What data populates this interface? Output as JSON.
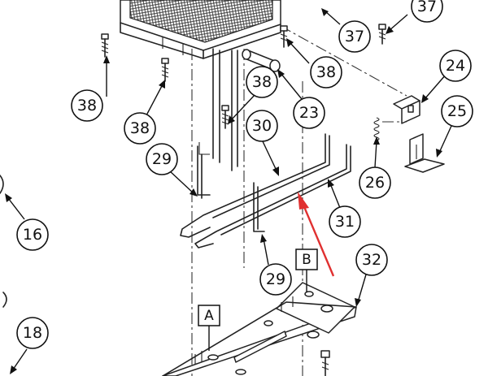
{
  "diagram": {
    "callouts": [
      {
        "id": "c-37a",
        "text": "37"
      },
      {
        "id": "c-37b",
        "text": "37"
      },
      {
        "id": "c-38a",
        "text": "38"
      },
      {
        "id": "c-38b",
        "text": "38"
      },
      {
        "id": "c-38c",
        "text": "38"
      },
      {
        "id": "c-38d",
        "text": "38"
      },
      {
        "id": "c-23",
        "text": "23"
      },
      {
        "id": "c-24",
        "text": "24"
      },
      {
        "id": "c-25",
        "text": "25"
      },
      {
        "id": "c-26",
        "text": "26"
      },
      {
        "id": "c-30",
        "text": "30"
      },
      {
        "id": "c-29a",
        "text": "29"
      },
      {
        "id": "c-29b",
        "text": "29"
      },
      {
        "id": "c-31",
        "text": "31"
      },
      {
        "id": "c-32",
        "text": "32"
      },
      {
        "id": "c-16",
        "text": "16"
      },
      {
        "id": "c-18",
        "text": "18"
      }
    ],
    "labels": [
      {
        "id": "l-a",
        "text": "A"
      },
      {
        "id": "l-b",
        "text": "B"
      }
    ],
    "accent_arrow_color": "#e03030"
  }
}
